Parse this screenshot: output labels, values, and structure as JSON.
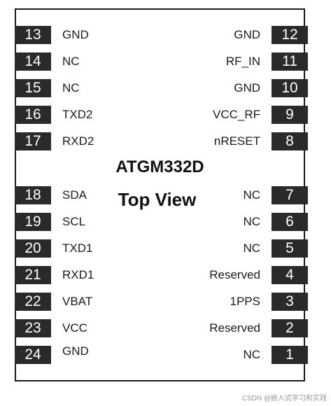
{
  "part_number": "ATGM332D",
  "view_label": "Top View",
  "left_pins": [
    {
      "number": "13",
      "name": "GND"
    },
    {
      "number": "14",
      "name": "NC"
    },
    {
      "number": "15",
      "name": "NC"
    },
    {
      "number": "16",
      "name": "TXD2"
    },
    {
      "number": "17",
      "name": "RXD2"
    },
    {
      "number": "18",
      "name": "SDA"
    },
    {
      "number": "19",
      "name": "SCL"
    },
    {
      "number": "20",
      "name": "TXD1"
    },
    {
      "number": "21",
      "name": "RXD1"
    },
    {
      "number": "22",
      "name": "VBAT"
    },
    {
      "number": "23",
      "name": "VCC"
    },
    {
      "number": "24",
      "name": "GND"
    }
  ],
  "right_pins": [
    {
      "number": "12",
      "name": "GND"
    },
    {
      "number": "11",
      "name": "RF_IN"
    },
    {
      "number": "10",
      "name": "GND"
    },
    {
      "number": "9",
      "name": "VCC_RF"
    },
    {
      "number": "8",
      "name": "nRESET"
    },
    {
      "number": "7",
      "name": "NC"
    },
    {
      "number": "6",
      "name": "NC"
    },
    {
      "number": "5",
      "name": "NC"
    },
    {
      "number": "4",
      "name": "Reserved"
    },
    {
      "number": "3",
      "name": "1PPS"
    },
    {
      "number": "2",
      "name": "Reserved"
    },
    {
      "number": "1",
      "name": "NC"
    }
  ],
  "watermark": "CSDN @嵌入式学习和实践"
}
